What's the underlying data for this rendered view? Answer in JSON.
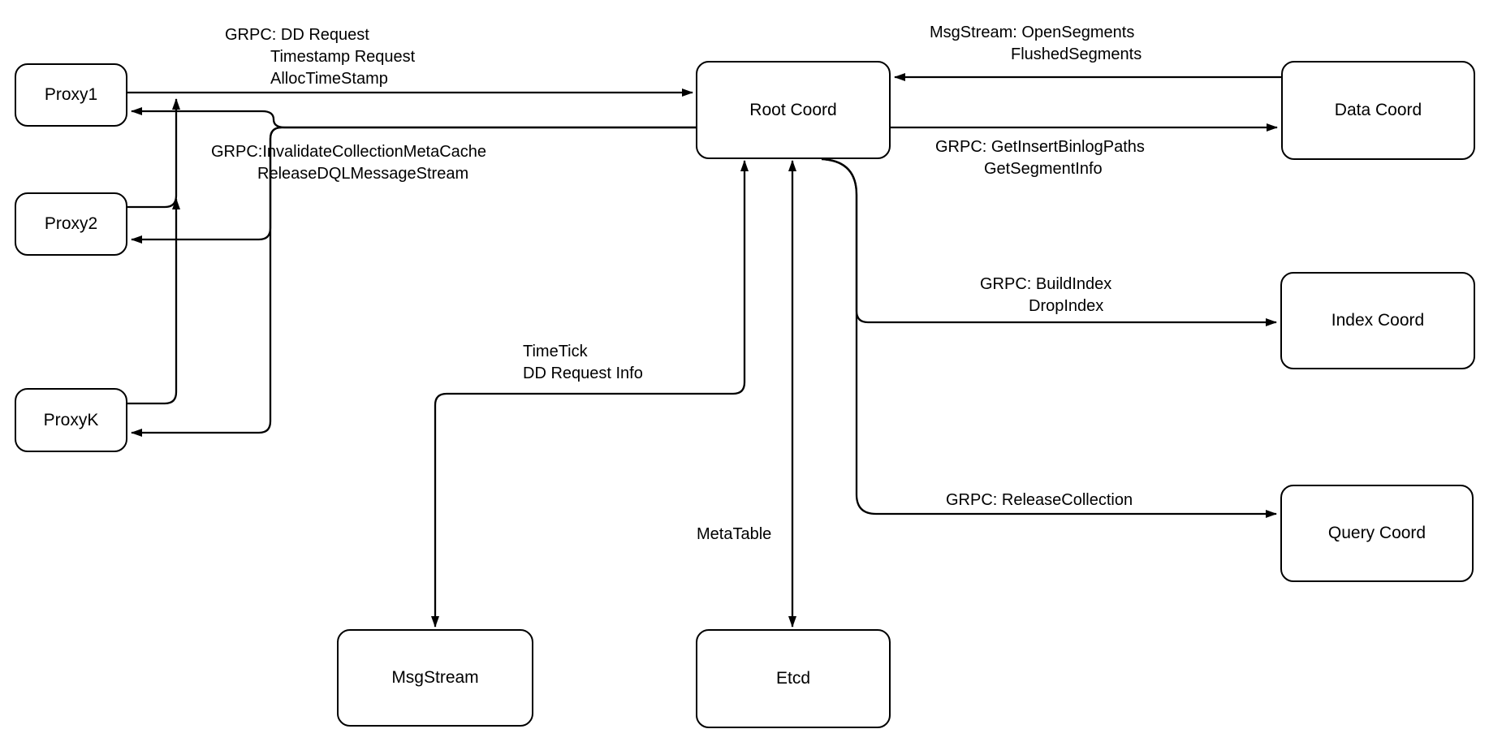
{
  "colors": {
    "background": "#ffffff",
    "stroke": "#000000",
    "box_fill": "#ffffff"
  },
  "nodes": {
    "proxy1": {
      "label": "Proxy1"
    },
    "proxy2": {
      "label": "Proxy2"
    },
    "proxyk": {
      "label": "ProxyK"
    },
    "root_coord": {
      "label": "Root Coord"
    },
    "data_coord": {
      "label": "Data Coord"
    },
    "index_coord": {
      "label": "Index Coord"
    },
    "query_coord": {
      "label": "Query Coord"
    },
    "msgstream": {
      "label": "MsgStream"
    },
    "etcd": {
      "label": "Etcd"
    }
  },
  "edge_labels": {
    "proxy_to_root": {
      "line1": "GRPC: DD Request",
      "line2": "Timestamp Request",
      "line3": "AllocTimeStamp"
    },
    "root_to_proxy": {
      "line1": "GRPC:InvalidateCollectionMetaCache",
      "line2": "ReleaseDQLMessageStream"
    },
    "data_to_root": {
      "line1": "MsgStream: OpenSegments",
      "line2": "FlushedSegments"
    },
    "root_to_data": {
      "line1": "GRPC: GetInsertBinlogPaths",
      "line2": "GetSegmentInfo"
    },
    "root_to_index": {
      "line1": "GRPC: BuildIndex",
      "line2": "DropIndex"
    },
    "root_to_query": {
      "line1": "GRPC: ReleaseCollection"
    },
    "root_to_msgstream": {
      "line1": "TimeTick",
      "line2": "DD Request Info"
    },
    "root_to_etcd": {
      "line1": "MetaTable"
    }
  }
}
